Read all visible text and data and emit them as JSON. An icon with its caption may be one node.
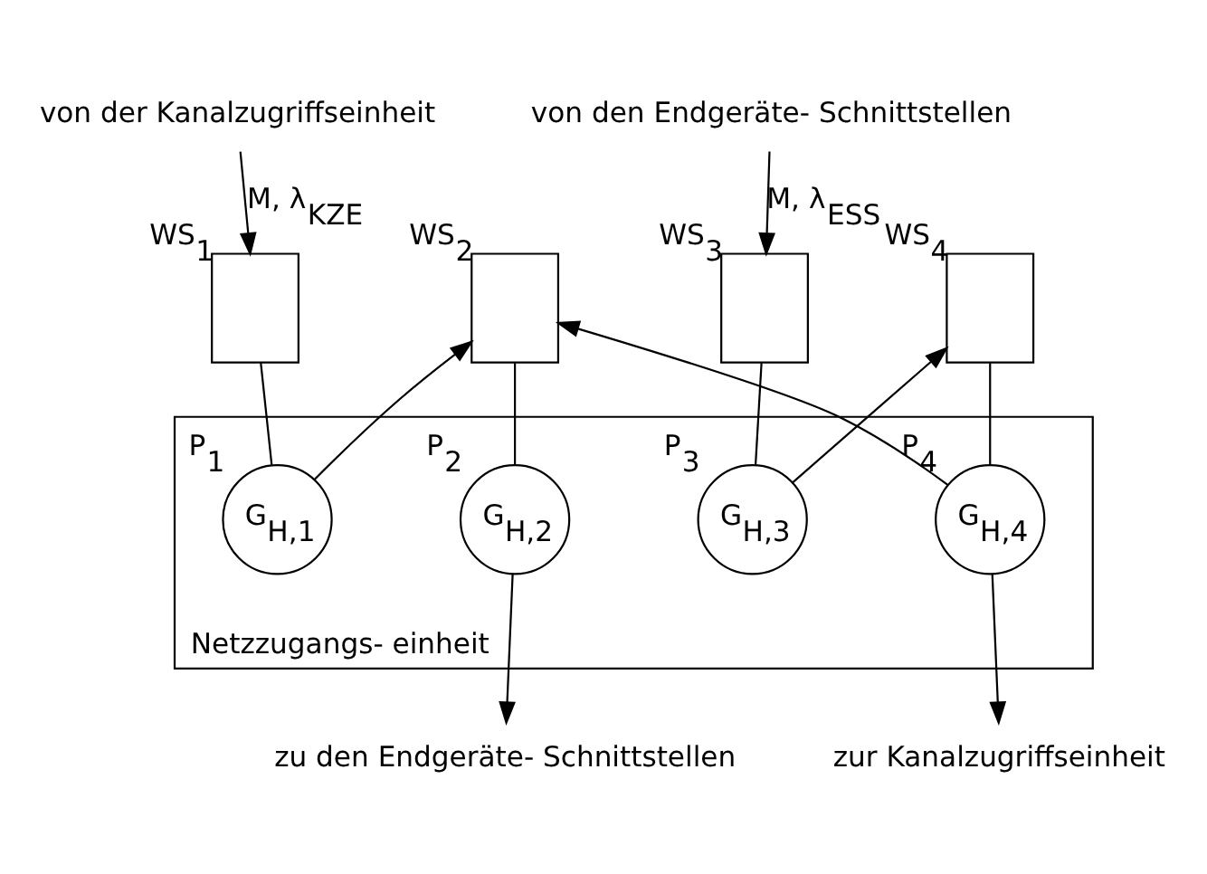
{
  "diagram": {
    "nodes": [
      {
        "text": [
          "von der Kanalzugriffseinheit"
        ]
      },
      {
        "text": [
          "von den Endgeräte- Schnittstellen"
        ]
      },
      {
        "text": [
          "Netzzugangs- einheit"
        ]
      },
      {
        "text": [],
        "shape": "box",
        "beside": [
          "WS$_{1}$"
        ]
      },
      {
        "text": [],
        "shape": "box",
        "beside": [
          "WS$_{2}$"
        ]
      },
      {
        "text": [],
        "shape": "box",
        "beside": [
          "WS$_{3}$"
        ]
      },
      {
        "text": [],
        "shape": "box",
        "beside": [
          "WS$_{4}$"
        ]
      },
      {
        "text": [
          "G$_{H,1}$"
        ],
        "beside": [
          "P$_{1}$"
        ],
        "in": 2
      },
      {
        "text": [
          "G$_{H,2}$"
        ],
        "beside": [
          "P$_{2}$"
        ],
        "in": 2
      },
      {
        "text": [
          "G$_{H,3}$"
        ],
        "beside": [
          "P$_{3}$"
        ],
        "in": 2
      },
      {
        "text": [
          "G$_{H,4}$"
        ],
        "beside": [
          "P$_{4}$"
        ],
        "in": 2
      },
      {
        "text": [
          "zu den Endgeräte- Schnittstellen"
        ]
      },
      {
        "text": [
          "zur Kanalzugriffseinheit"
        ]
      }
    ],
    "edges": [
      {
        "from": 0,
        "to": 3,
        "arrow": "to",
        "label": "M, λ$_{KZE}$"
      },
      {
        "from": 1,
        "to": 5,
        "arrow": "to",
        "label": "M, λ$_{ESS}$"
      },
      {
        "from": 3,
        "to": 7,
        "arrow": "none"
      },
      {
        "from": 4,
        "to": 8,
        "arrow": "none"
      },
      {
        "from": 5,
        "to": 9,
        "arrow": "none"
      },
      {
        "from": 6,
        "to": 10,
        "arrow": "none"
      },
      {
        "from": 7,
        "to": 4,
        "arrow": "to"
      },
      {
        "from": 10,
        "to": 4,
        "arrow": "to"
      },
      {
        "from": 8,
        "to": 11,
        "arrow": "to"
      },
      {
        "from": 9,
        "to": 6,
        "arrow": "to"
      },
      {
        "from": 10,
        "to": 12,
        "arrow": "to"
      }
    ]
  }
}
